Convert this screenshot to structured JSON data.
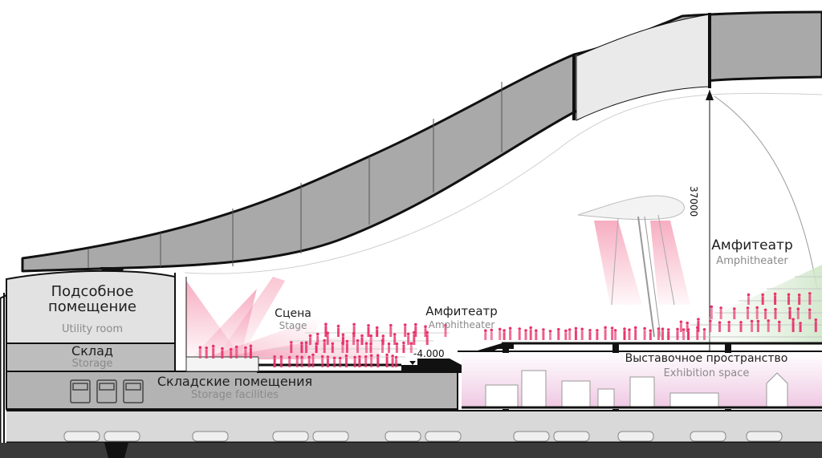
{
  "labels": {
    "utility_ru_1": "Подсобное",
    "utility_ru_2": "помещение",
    "utility_en": "Utility room",
    "storage_ru": "Склад",
    "storage_en": "Storage",
    "storage_fac_ru": "Складские помещения",
    "storage_fac_en": "Storage facilities",
    "stage_ru": "Сцена",
    "stage_en": "Stage",
    "amph_low_ru": "Амфитеатр",
    "amph_low_en": "Amphitheater",
    "amph_high_ru": "Амфитеатр",
    "amph_high_en": "Amphitheater",
    "exhib_ru": "Выставочное пространство",
    "exhib_en": "Exhibition space"
  },
  "dimensions": {
    "height": "37000",
    "level": "-4.000"
  },
  "colors": {
    "roof_fill": "#a9a9a9",
    "roof_light_fill": "#e9e9e9",
    "structure_dark": "#111111",
    "floor_grey": "#b8b8b8",
    "basement_grey": "#d9d9d9",
    "accent_pink": "#e8336b",
    "exhibit_tint": "#f2d8ea"
  }
}
